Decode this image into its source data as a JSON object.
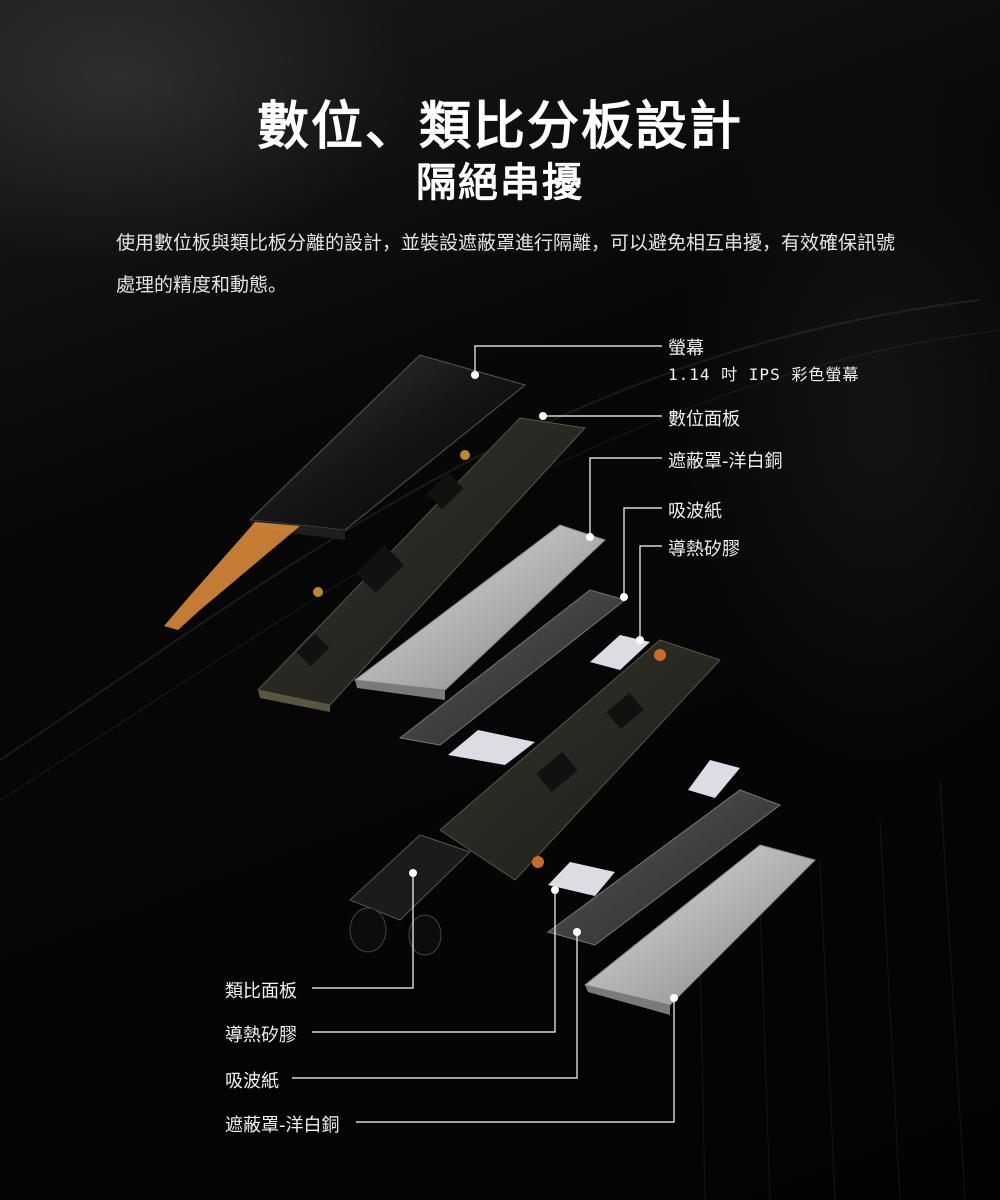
{
  "heading": {
    "title": "數位、類比分板設計",
    "subtitle": "隔絕串擾"
  },
  "description": "使用數位板與類比板分離的設計，並裝設遮蔽罩進行隔離，可以避免相互串擾，有效確保訊號處理的精度和動態。",
  "labels": {
    "screen": "螢幕",
    "screen_spec": "1.14 吋 IPS 彩色螢幕",
    "digital_board": "數位面板",
    "shield_top": "遮蔽罩-洋白銅",
    "absorber_top": "吸波紙",
    "thermal_top": "導熱矽膠",
    "analog_board": "類比面板",
    "thermal_bottom": "導熱矽膠",
    "absorber_bottom": "吸波紙",
    "shield_bottom": "遮蔽罩-洋白銅"
  },
  "colors": {
    "pcb": "#2a2a22",
    "pcb_edge": "#5a5640",
    "flex_cable": "#d98a3a",
    "shield": "#bdbdbd",
    "thermal_pad": "#dcdce4",
    "leader_line": "#ffffff"
  }
}
